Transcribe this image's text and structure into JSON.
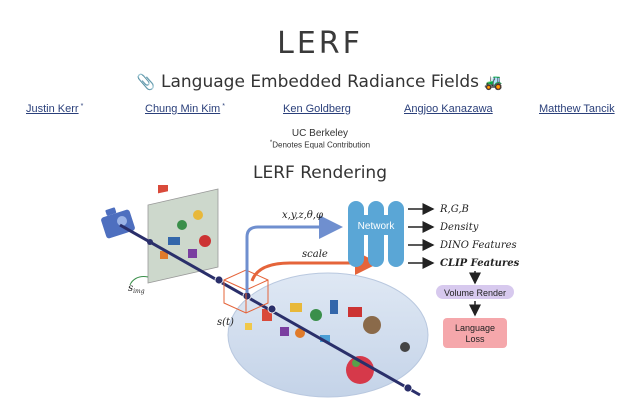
{
  "header": {
    "logo_text": "LERF",
    "subtitle": "Language Embedded Radiance Fields",
    "subtitle_left_icon": "paperclip-icon",
    "subtitle_right_icon": "tractor-icon"
  },
  "authors": [
    {
      "name": "Justin Kerr",
      "mark": "*"
    },
    {
      "name": "Chung Min Kim",
      "mark": "*"
    },
    {
      "name": "Ken Goldberg",
      "mark": ""
    },
    {
      "name": "Angjoo Kanazawa",
      "mark": ""
    },
    {
      "name": "Matthew Tancik",
      "mark": ""
    }
  ],
  "affiliation": "UC Berkeley",
  "equal_note": {
    "mark": "*",
    "text": "Denotes Equal Contribution"
  },
  "section": {
    "title": "LERF Rendering"
  },
  "figure": {
    "ray_inputs": "x,y,z,θ,φ",
    "scale_label": "scale",
    "network_label": "Network",
    "outputs": [
      "R,G,B",
      "Density",
      "DINO Features",
      "CLIP Features"
    ],
    "volume_render": "Volume Render",
    "loss_label_1": "Language",
    "loss_label_2": "Loss",
    "s_img": "s",
    "s_img_sub": "img",
    "s_t": "s(t)",
    "colors": {
      "network_blue": "#5aa6d6",
      "ray_blue": "#6f8fcf",
      "scale_orange": "#e5643a",
      "volume_purple": "#d7c9ee",
      "loss_pink": "#f5a7ab",
      "camera_blue": "#4e6fbf",
      "ray_dark": "#2a2f6a"
    }
  }
}
